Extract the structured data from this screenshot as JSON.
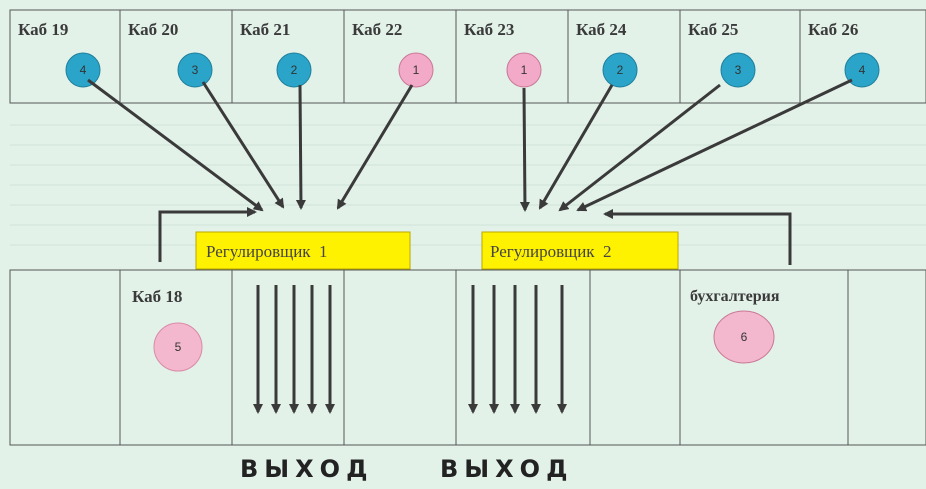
{
  "top_rooms": [
    {
      "label": "Каб 19",
      "num": "4",
      "color": "#2aa5c9"
    },
    {
      "label": "Каб 20",
      "num": "3",
      "color": "#2aa5c9"
    },
    {
      "label": "Каб 21",
      "num": "2",
      "color": "#2aa5c9"
    },
    {
      "label": "Каб 22",
      "num": "1",
      "color": "#f3a9c8"
    },
    {
      "label": "Каб 23",
      "num": "1",
      "color": "#f3a9c8"
    },
    {
      "label": "Каб 24",
      "num": "2",
      "color": "#2aa5c9"
    },
    {
      "label": "Каб 25",
      "num": "3",
      "color": "#2aa5c9"
    },
    {
      "label": "Каб 26",
      "num": "4",
      "color": "#2aa5c9"
    }
  ],
  "bottom": {
    "room18": {
      "label": "Каб 18",
      "num": "5",
      "color": "#f3b8cd"
    },
    "accounting": {
      "label": "бухгалтерия",
      "num": "6",
      "color": "#f3b8cd"
    }
  },
  "regulators": [
    {
      "label": "Регулировщик  1"
    },
    {
      "label": "Регулировщик  2"
    }
  ],
  "exits": [
    {
      "label": "ВЫХОД"
    },
    {
      "label": "ВЫХОД"
    }
  ],
  "colors": {
    "background": "#e3f2e9",
    "regulator_fill": "#fff200",
    "arrow": "#3a3a3a",
    "wall": "#555555"
  }
}
